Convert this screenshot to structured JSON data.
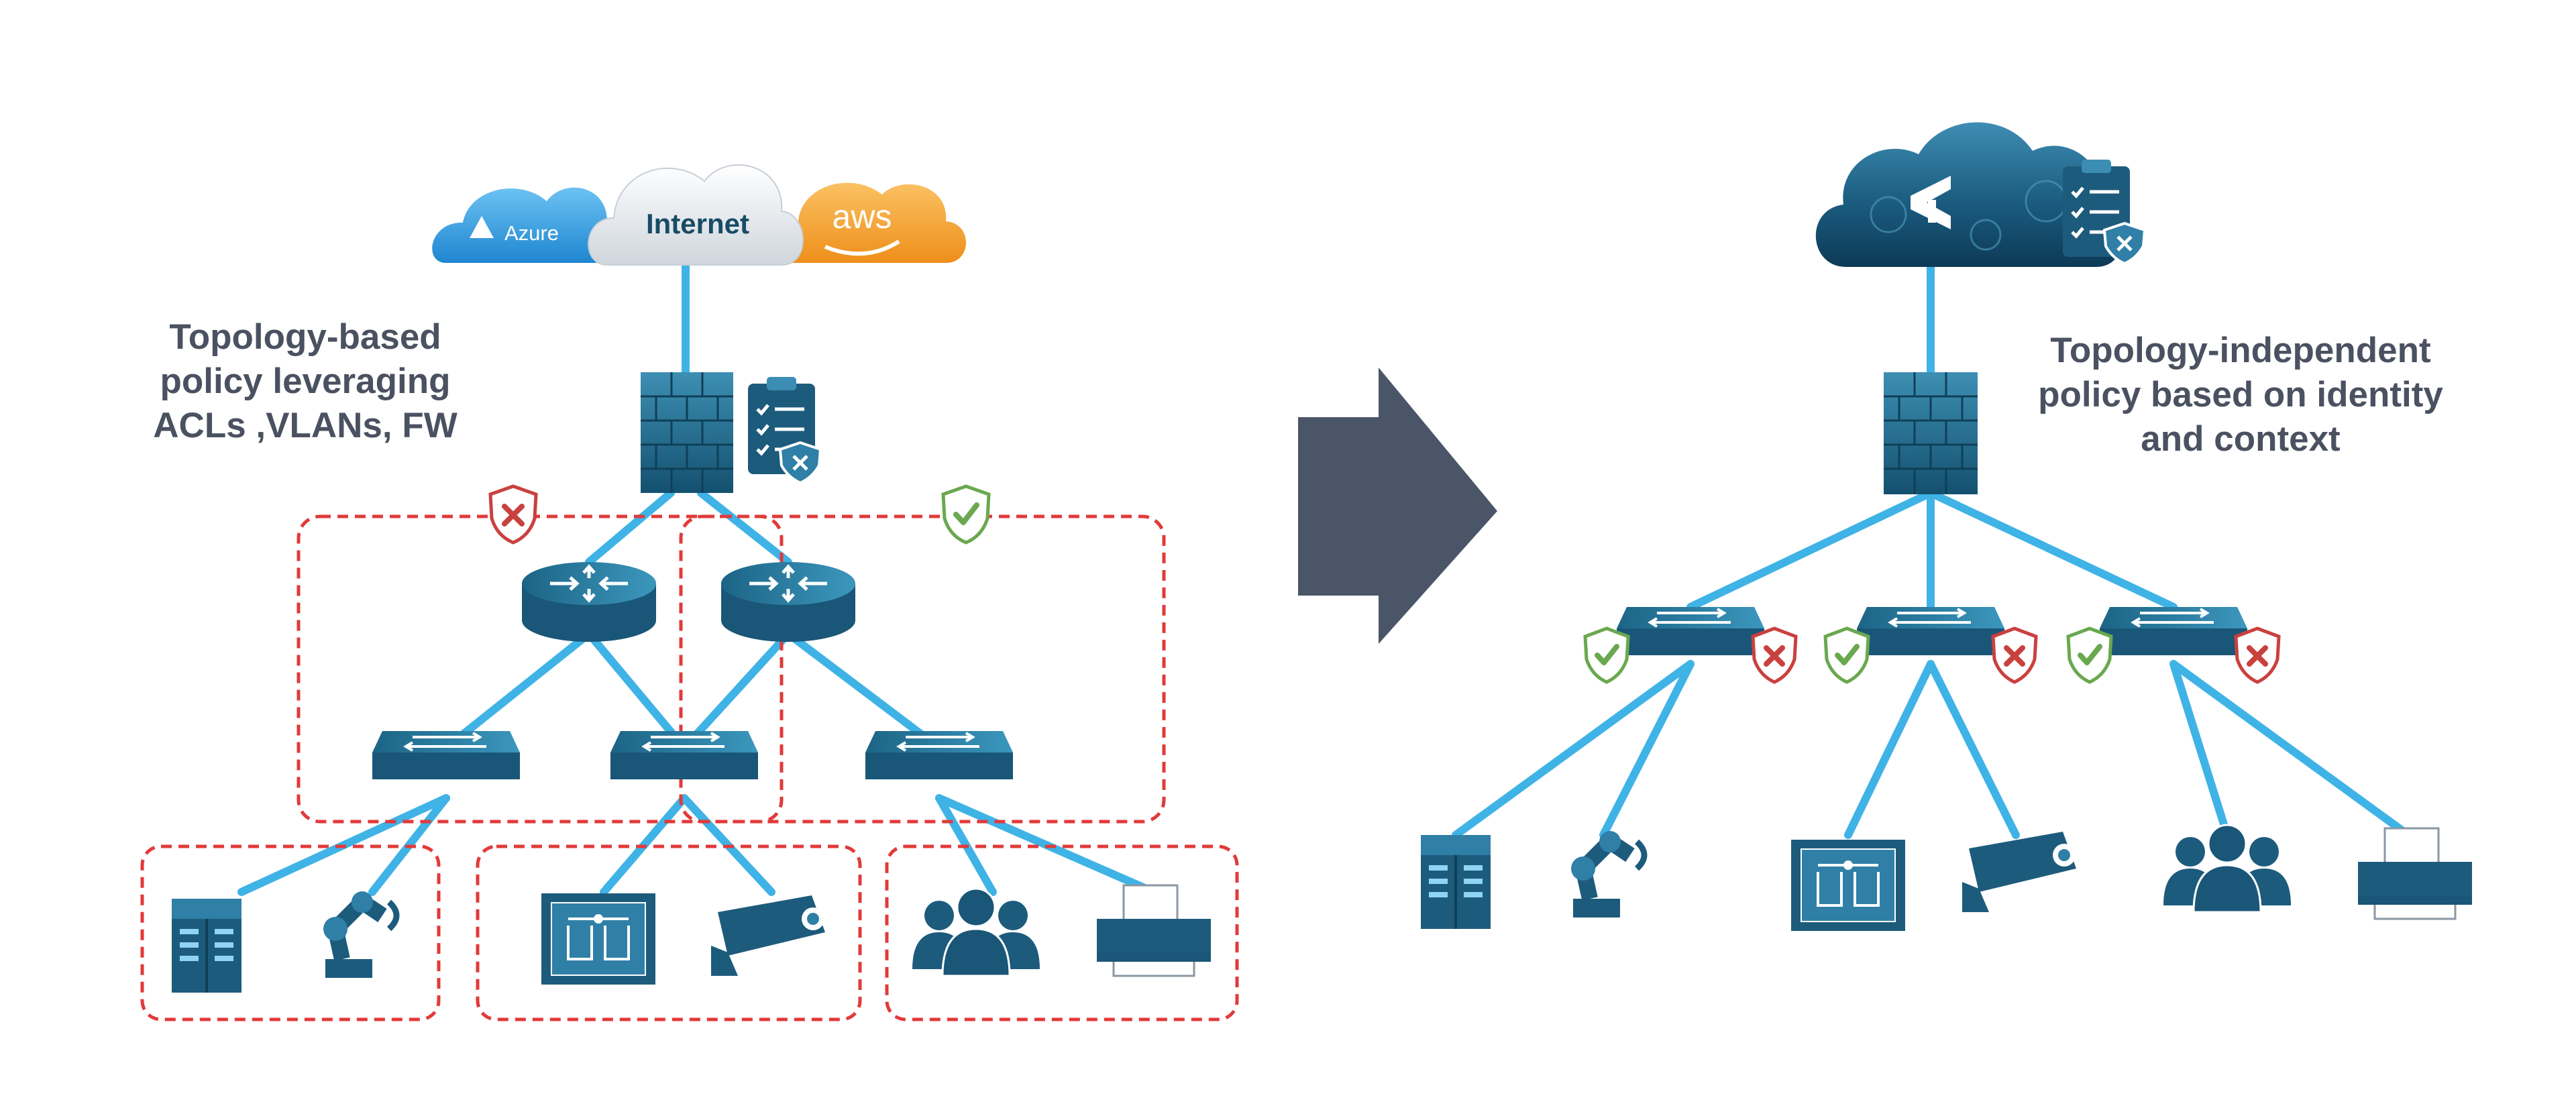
{
  "left": {
    "caption": [
      "Topology-based",
      "policy leveraging",
      "ACLs ,VLANs, FW"
    ],
    "clouds": {
      "azure": "Azure",
      "internet": "Internet",
      "aws": "aws"
    }
  },
  "right": {
    "caption": [
      "Topology-independent",
      "policy based on identity",
      "and context"
    ]
  },
  "icons": {
    "left_endpoints": [
      "controller-icon",
      "robot-arm-icon",
      "hmi-panel-icon",
      "camera-icon",
      "users-group-icon",
      "printer-icon"
    ],
    "right_endpoints": [
      "controller-icon",
      "robot-arm-icon",
      "hmi-panel-icon",
      "camera-icon",
      "users-group-icon",
      "printer-icon"
    ],
    "policy_marks": [
      "allow-shield-icon",
      "deny-shield-icon"
    ]
  },
  "colors": {
    "link": "#3fb3e6",
    "device": "#1d5b7c",
    "zone": "#e23a3a",
    "allow": "#6aa84f",
    "deny": "#c9413f",
    "arrow": "#4a5568",
    "caption": "#4a5160"
  }
}
